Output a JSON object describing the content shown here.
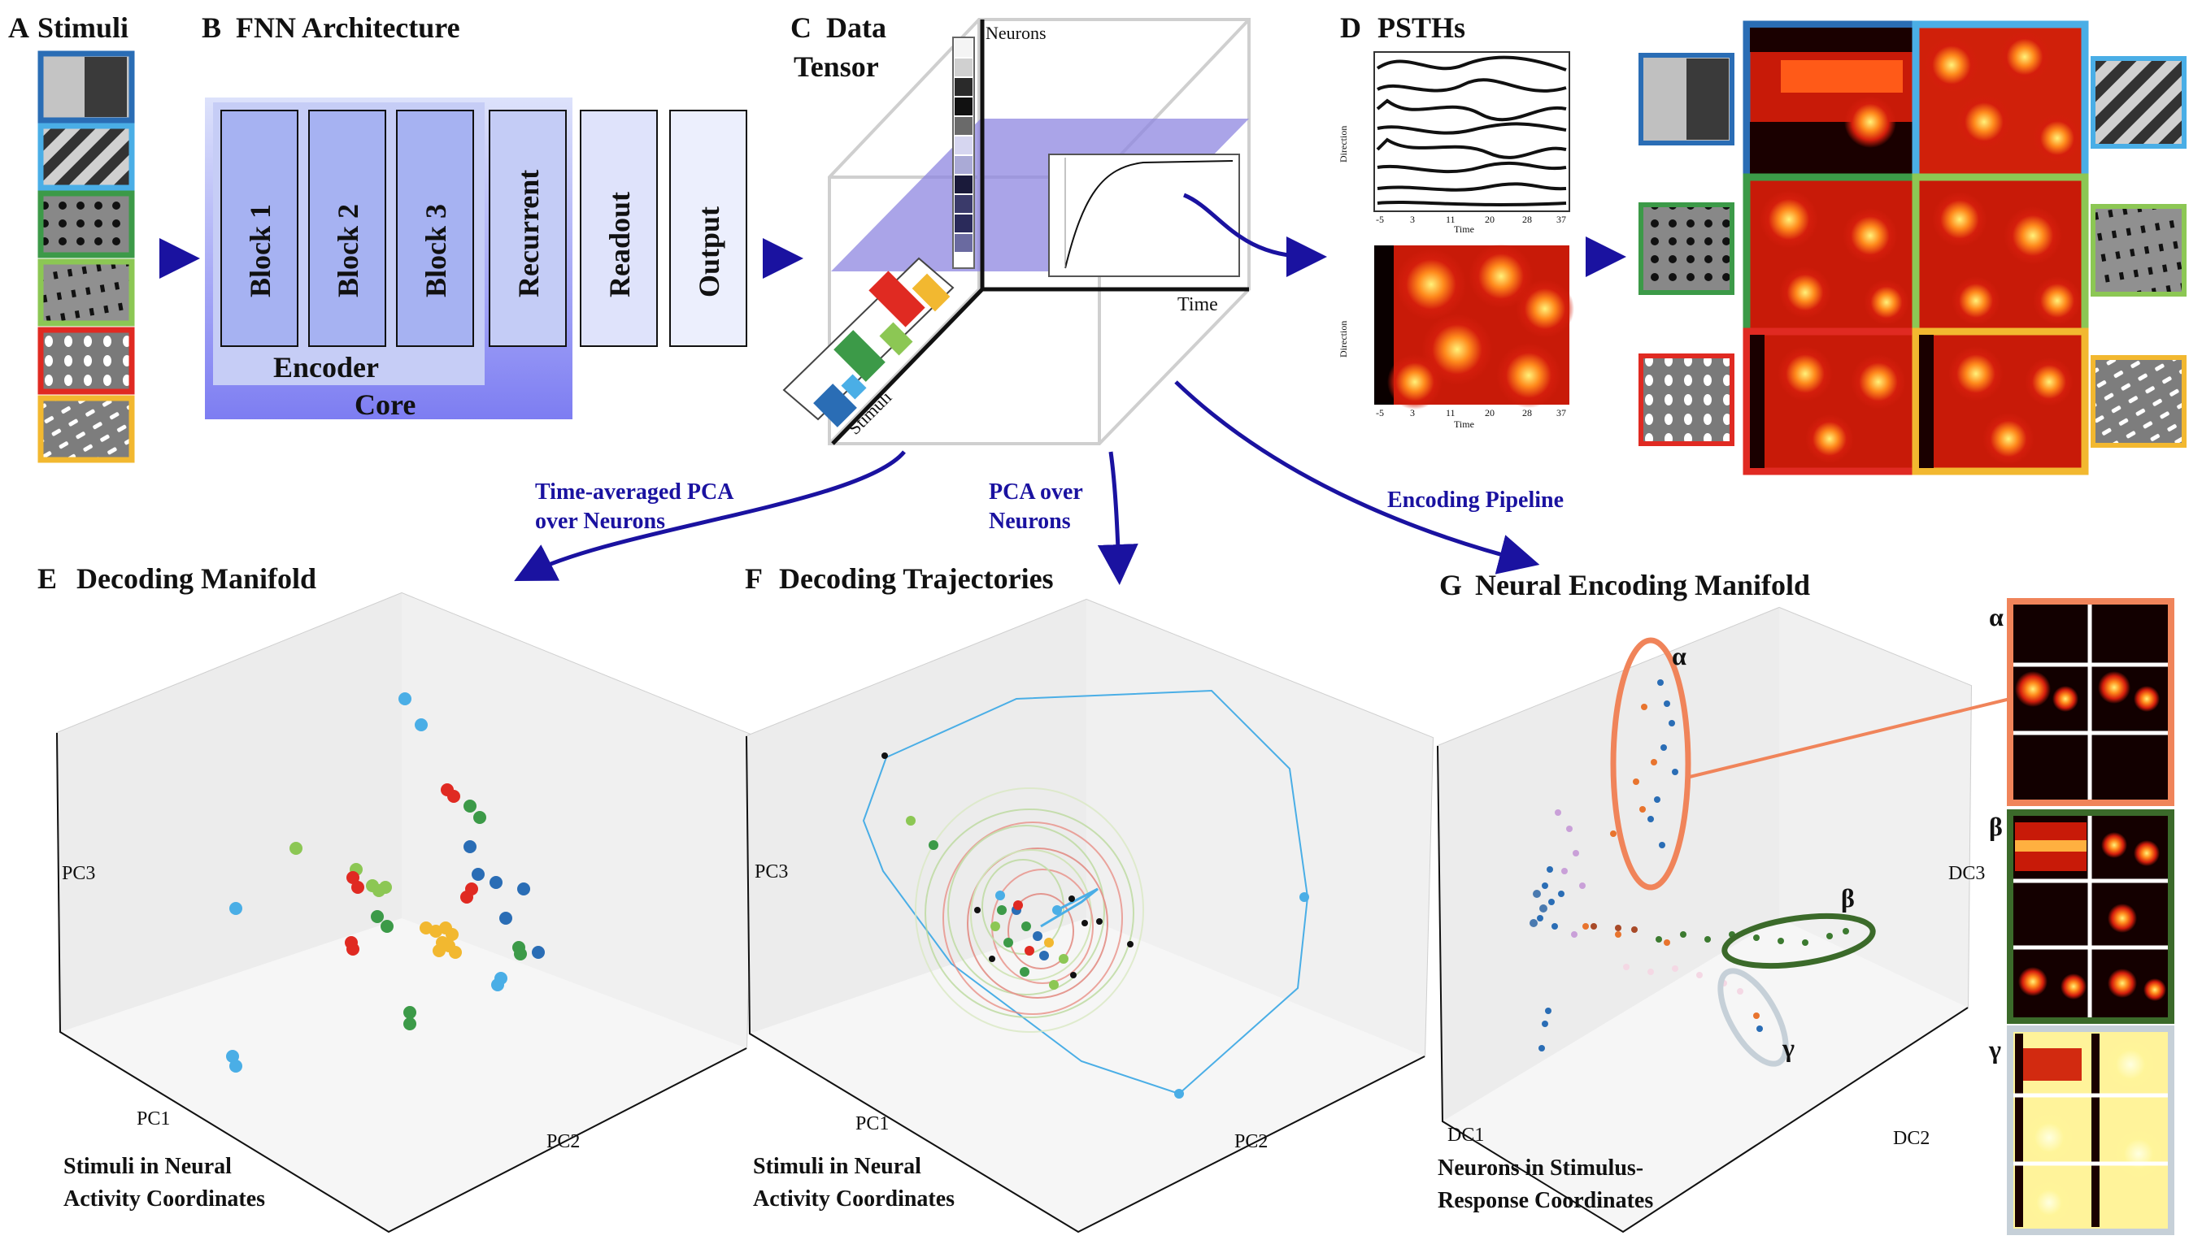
{
  "panels": {
    "A": {
      "letter": "A",
      "title": "Stimuli"
    },
    "B": {
      "letter": "B",
      "title": "FNN Architecture",
      "blocks": [
        "Block 1",
        "Block 2",
        "Block 3",
        "Recurrent",
        "Readout",
        "Output"
      ],
      "encoder_label": "Encoder",
      "core_label": "Core"
    },
    "C": {
      "letter": "C",
      "title_line1": "Data",
      "title_line2": "Tensor",
      "neurons_label": "Neurons",
      "time_label": "Time",
      "stimuli_label": "Stimuli"
    },
    "D": {
      "letter": "D",
      "title": "PSTHs",
      "ylabel": "Direction",
      "xlabel": "Time",
      "ticks": [
        "-5",
        "3",
        "11",
        "20",
        "28",
        "37"
      ]
    },
    "E": {
      "letter": "E",
      "title": "Decoding Manifold",
      "axes": [
        "PC1",
        "PC2",
        "PC3"
      ],
      "caption_line1": "Stimuli in Neural",
      "caption_line2": "Activity Coordinates"
    },
    "F": {
      "letter": "F",
      "title": "Decoding Trajectories",
      "axes": [
        "PC1",
        "PC2",
        "PC3"
      ],
      "caption_line1": "Stimuli in Neural",
      "caption_line2": "Activity Coordinates"
    },
    "G": {
      "letter": "G",
      "title": "Neural Encoding Manifold",
      "axes": [
        "DC1",
        "DC2",
        "DC3"
      ],
      "caption_line1": "Neurons in Stimulus-",
      "caption_line2": "Response Coordinates",
      "clusters": [
        "α",
        "β",
        "γ"
      ]
    }
  },
  "arrows": {
    "time_avg_line1": "Time-averaged PCA",
    "time_avg_line2": "over Neurons",
    "pca_line1": "PCA over",
    "pca_line2": "Neurons",
    "encoding": "Encoding Pipeline"
  },
  "colors": {
    "blue": "#2a6db5",
    "lightblue": "#4aaee6",
    "green": "#3c9a48",
    "lightgreen": "#8cc754",
    "red": "#e02a22",
    "yellow": "#f2b830",
    "arrow": "#1a12a0",
    "core": "#7b7bf0",
    "encoder": "#c6cdf6",
    "block": "#a6b2f2",
    "alpha_ring": "#f0845a",
    "beta_ring": "#3b6a2a",
    "gamma_ring": "#c6d0d8"
  }
}
